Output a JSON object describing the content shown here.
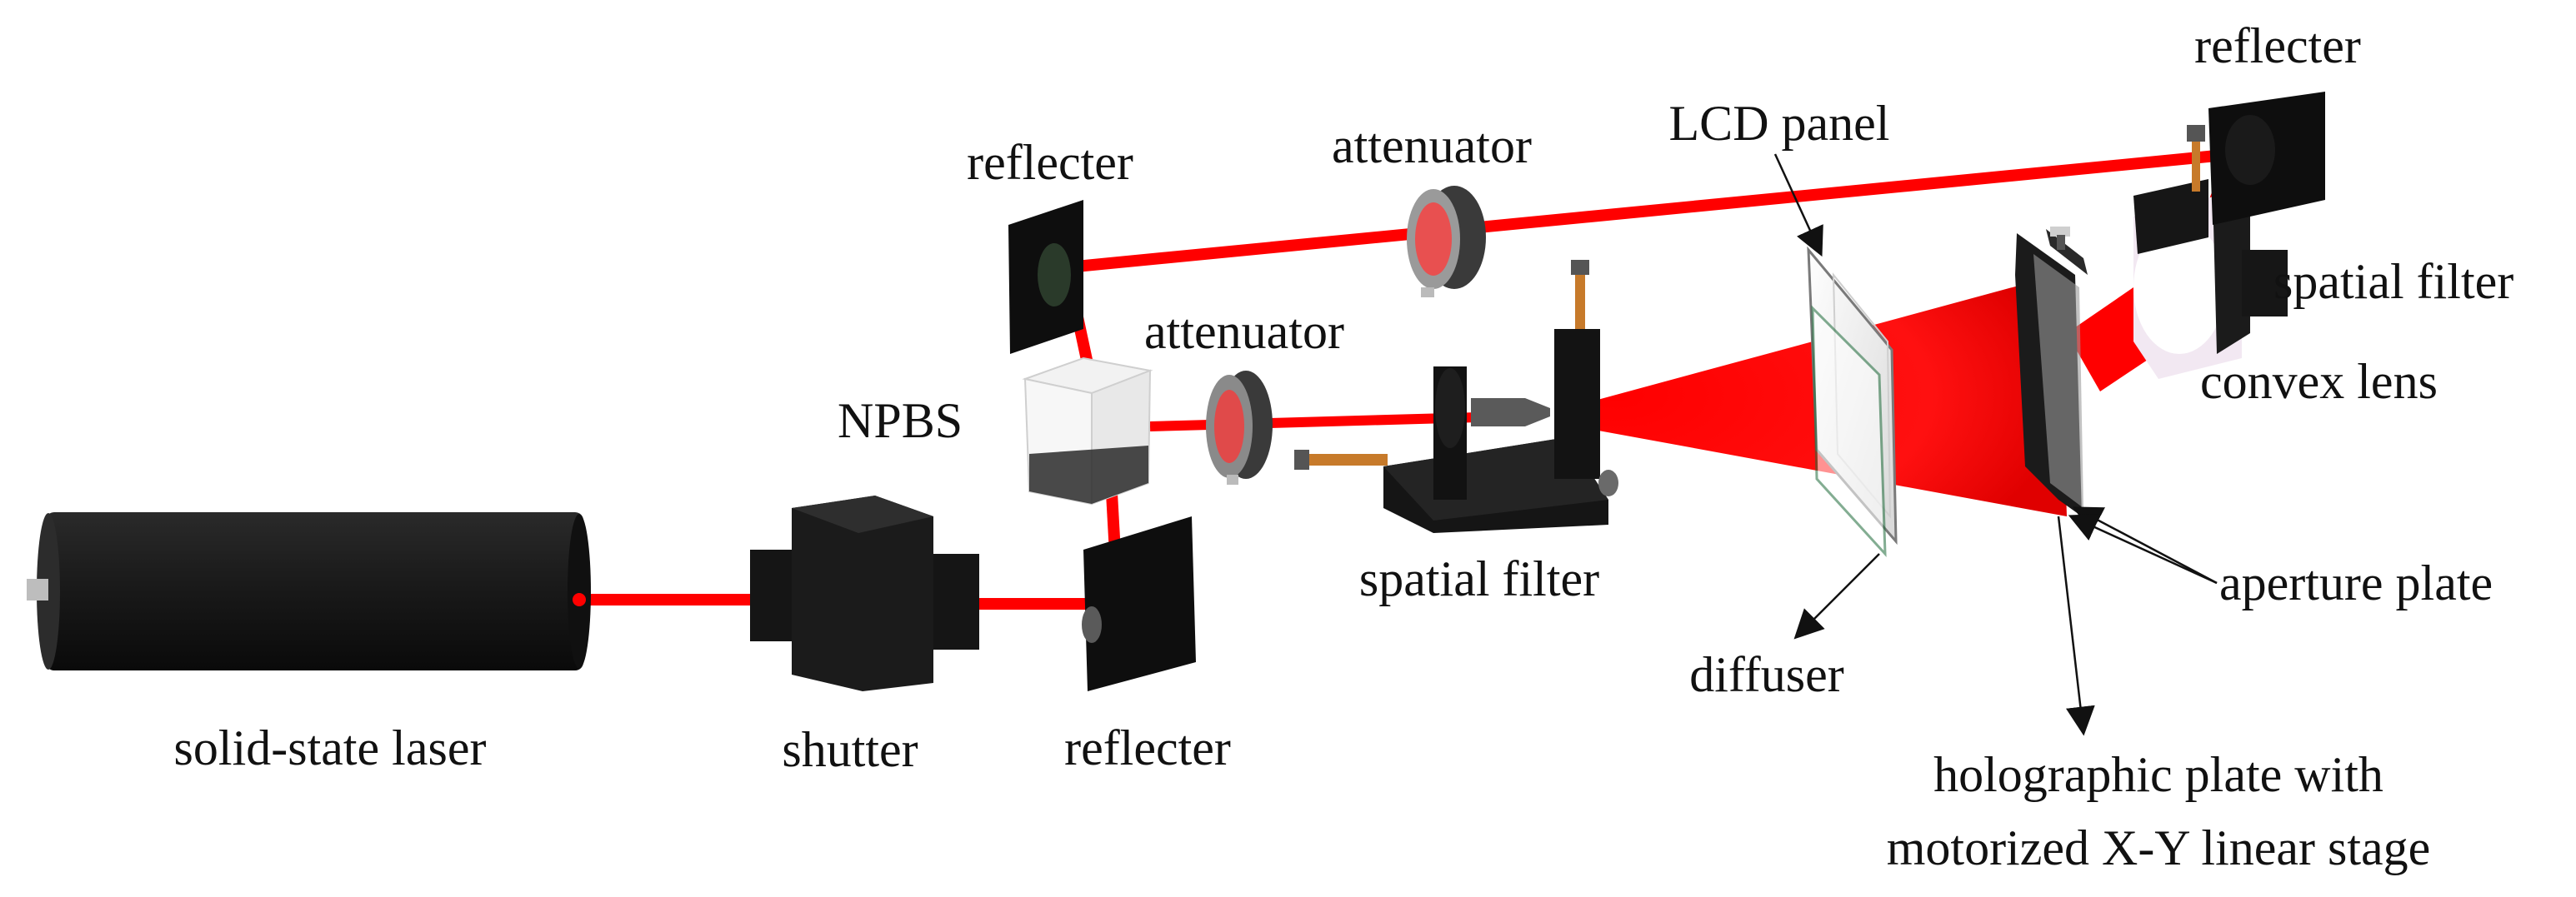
{
  "labels": {
    "solid_state_laser": "solid-state laser",
    "shutter": "shutter",
    "reflecter_bottom": "reflecter",
    "npbs": "NPBS",
    "reflecter_left": "reflecter",
    "attenuator_top": "attenuator",
    "attenuator_mid": "attenuator",
    "spatial_filter_bottom": "spatial filter",
    "lcd_panel": "LCD panel",
    "diffuser": "diffuser",
    "reflecter_top_right": "reflecter",
    "spatial_filter_right": "spatial filter",
    "convex_lens": "convex lens",
    "aperture_plate": "aperture plate",
    "holographic_line1": "holographic plate with",
    "holographic_line2": "motorized X-Y linear stage"
  },
  "colors": {
    "beam": "#ff0000",
    "device_body": "#161616",
    "background": "#ffffff"
  }
}
